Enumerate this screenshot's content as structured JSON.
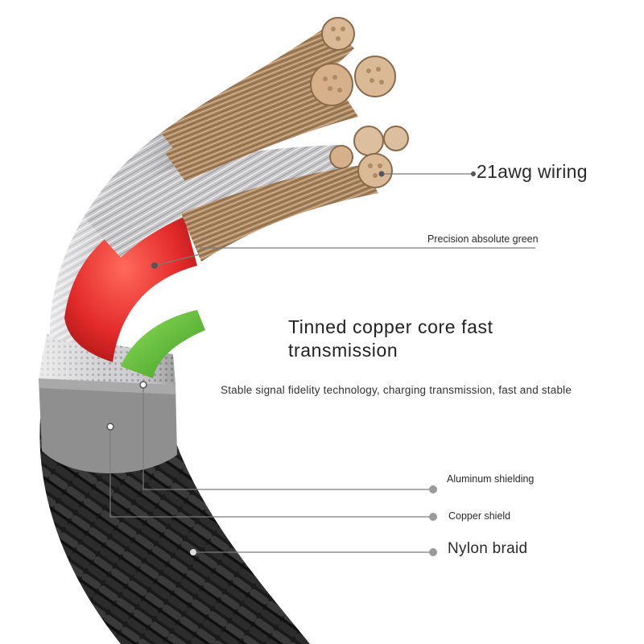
{
  "labels": {
    "wiring": "21awg wiring",
    "precision": "Precision absolute green",
    "headline": "Tinned copper core fast transmission",
    "subline": "Stable signal fidelity technology, charging transmission, fast and stable",
    "aluminum": "Aluminum shielding",
    "copper_shield": "Copper shield",
    "nylon": "Nylon braid"
  },
  "colors": {
    "red_insulation": "#e32a2a",
    "green_insulation": "#5ec23a",
    "copper": "#b08a64",
    "silver_braid": "#c9c9cb",
    "nylon_braid": "#1c1c1c",
    "rubber_ring": "#8f8f8f",
    "leader_line": "#7a7a7a"
  }
}
